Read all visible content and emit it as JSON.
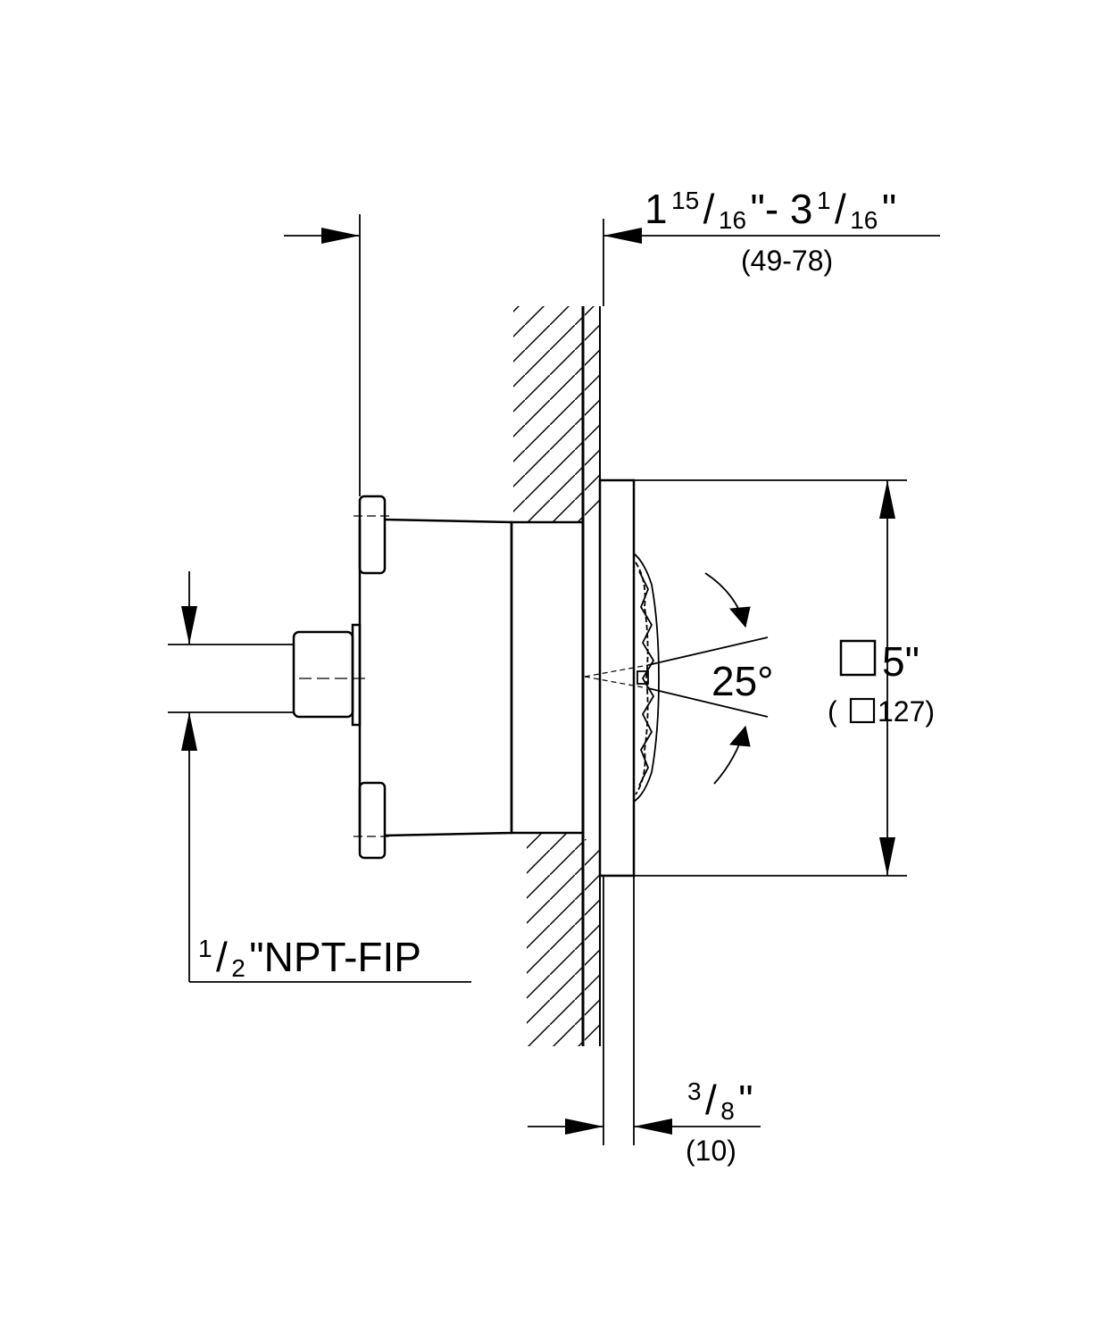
{
  "dimensions": {
    "wall_range": {
      "whole_min": "1",
      "num_min": "15",
      "den_min": "16",
      "mid": "\"- 3",
      "num_max": "1",
      "den_max": "16",
      "tail": "\"",
      "metric": "(49-78)"
    },
    "plate_thickness": {
      "num": "3",
      "den": "8",
      "tail": "\"",
      "metric": "(10)"
    },
    "plate_size": {
      "value": "5\"",
      "metric_open": "(",
      "metric_value": "127)"
    },
    "angle": "25°",
    "connection": {
      "num": "1",
      "den": "2",
      "text": "\"NPT-FIP"
    }
  }
}
